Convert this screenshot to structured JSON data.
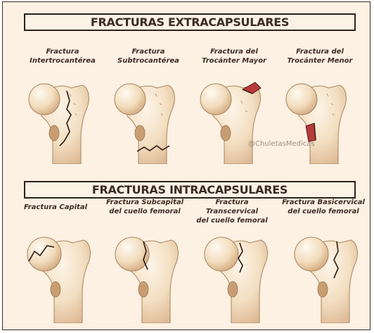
{
  "extracapsular": {
    "title": "FRACTURAS EXTRACAPSULARES",
    "items": [
      {
        "line1": "Fractura",
        "line2": "Intertrocantérea"
      },
      {
        "line1": "Fractura",
        "line2": "Subtrocantérea"
      },
      {
        "line1": "Fractura del",
        "line2": "Trocánter Mayor"
      },
      {
        "line1": "Fractura del",
        "line2": "Trocánter Menor"
      }
    ]
  },
  "intracapsular": {
    "title": "FRACTURAS INTRACAPSULARES",
    "items": [
      {
        "line1": "Fractura Capital",
        "line2": ""
      },
      {
        "line1": "Fractura Subcapital",
        "line2": "del cuello femoral"
      },
      {
        "line1": "Fractura Transcervical",
        "line2": "del cuello femoral"
      },
      {
        "line1": "Fractura Basicervical",
        "line2": "del cuello femoral"
      }
    ]
  },
  "watermark": "@ChuletasMedicas",
  "colors": {
    "background": "#fcf1e2",
    "bone": "#f6e6cd",
    "bone_shade": "#e2c09a",
    "outline": "#a98562",
    "fracture": "#2a1a14",
    "fragment": "#b83a3a",
    "title_text": "#3b2b26"
  }
}
